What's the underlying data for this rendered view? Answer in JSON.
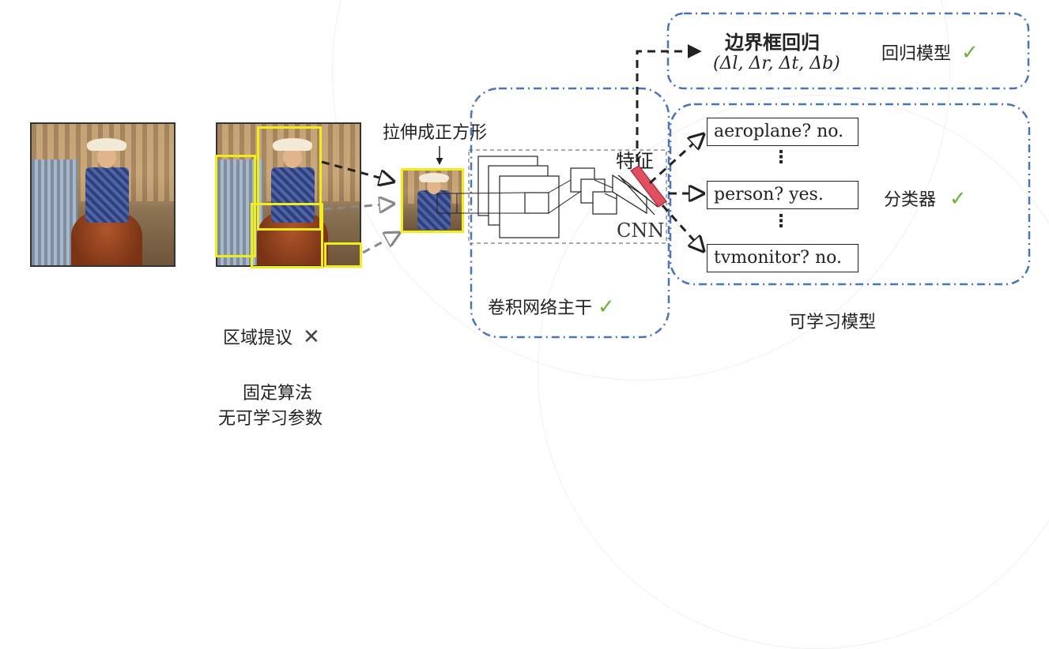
{
  "region_proposal": {
    "label": "区域提议",
    "status": "✕"
  },
  "fixed_algo": {
    "line1": "固定算法",
    "line2": "无可学习参数"
  },
  "stretch_label": "拉伸成正方形",
  "backbone": {
    "label": "卷积网络主干",
    "status": "✓",
    "cnn": "CNN",
    "feature": "特征"
  },
  "bbox_regression": {
    "title": "边界框回归",
    "formula": "(Δl, Δr, Δt, Δb)",
    "model_label": "回归模型",
    "status": "✓"
  },
  "classifier": {
    "items": [
      "aeroplane? no.",
      "person? yes.",
      "tvmonitor? no."
    ],
    "dots": "⋮",
    "label": "分类器",
    "status": "✓"
  },
  "learnable_label": "可学习模型",
  "colors": {
    "yellow": "#f1ec1b",
    "blue_dash": "#4a73b8",
    "check": "#6bb33a",
    "feature": "#e05060"
  }
}
